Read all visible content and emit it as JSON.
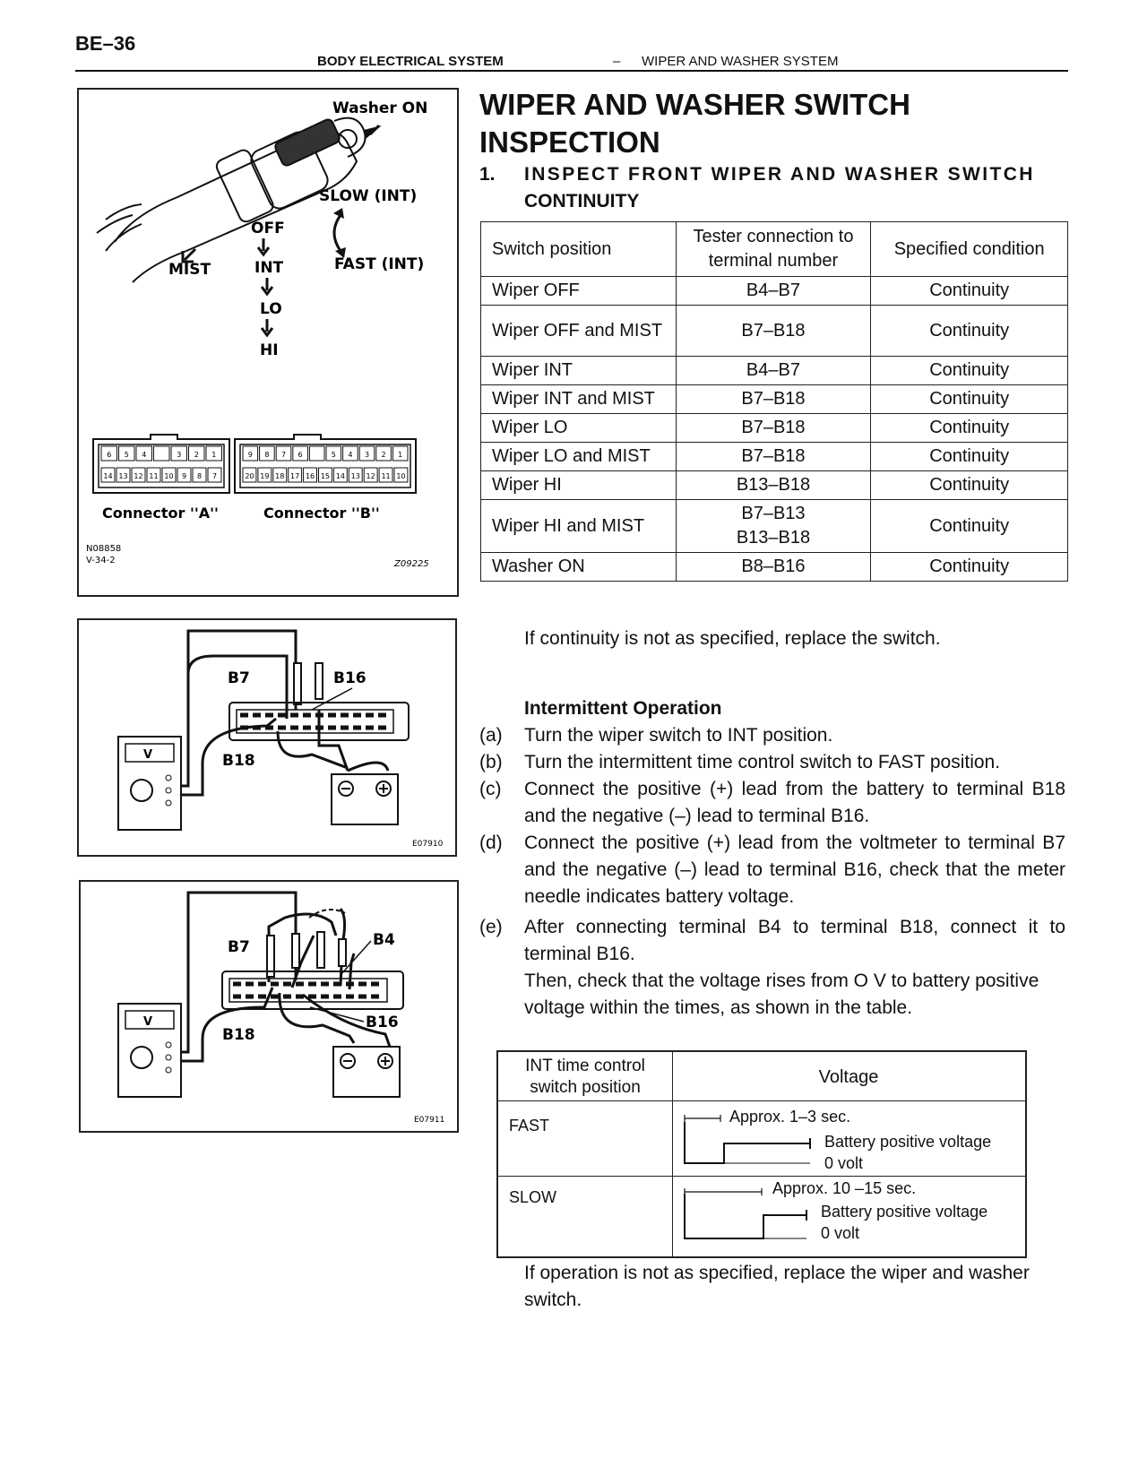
{
  "header": {
    "page_number": "BE–36",
    "section": "BODY ELECTRICAL SYSTEM",
    "separator": "–",
    "subsection": "WIPER AND WASHER SYSTEM"
  },
  "figures": {
    "switch": {
      "washer_on": "Washer ON",
      "slow_int": "SLOW (INT)",
      "fast_int": "FAST (INT)",
      "off": "OFF",
      "mist": "MIST",
      "int": "INT",
      "lo": "LO",
      "hi": "HI",
      "connector_a": "Connector ''A''",
      "connector_b": "Connector ''B''",
      "code1": "N08858",
      "code2": "V-34-2",
      "code3": "Z09225",
      "conn_a_top": [
        "6",
        "5",
        "4",
        "",
        "3",
        "2",
        "1"
      ],
      "conn_a_bottom": [
        "14",
        "13",
        "12",
        "11",
        "10",
        "9",
        "8",
        "7"
      ],
      "conn_b_top": [
        "9",
        "8",
        "7",
        "6",
        "",
        "5",
        "4",
        "3",
        "2",
        "1"
      ],
      "conn_b_bottom": [
        "20",
        "19",
        "18",
        "17",
        "16",
        "15",
        "14",
        "13",
        "12",
        "11",
        "10"
      ]
    },
    "test1": {
      "b7": "B7",
      "b16": "B16",
      "b18": "B18",
      "v": "V",
      "code": "E07910"
    },
    "test2": {
      "b7": "B7",
      "b4": "B4",
      "b16": "B16",
      "b18": "B18",
      "v": "V",
      "code": "E07911"
    }
  },
  "title_line1": "WIPER AND WASHER SWITCH",
  "title_line2": "INSPECTION",
  "step1": {
    "number": "1.",
    "text_line1": "INSPECT FRONT WIPER AND WASHER SWITCH",
    "text_line2": "CONTINUITY"
  },
  "continuity_table": {
    "headers": [
      "Switch position",
      "Tester connection to terminal number",
      "Specified condition"
    ],
    "rows": [
      [
        "Wiper OFF",
        "B4–B7",
        "Continuity"
      ],
      [
        "Wiper OFF and MIST",
        "B7–B18",
        "Continuity"
      ],
      [
        "Wiper INT",
        "B4–B7",
        "Continuity"
      ],
      [
        "Wiper INT and MIST",
        "B7–B18",
        "Continuity"
      ],
      [
        "Wiper LO",
        "B7–B18",
        "Continuity"
      ],
      [
        "Wiper LO and MIST",
        "B7–B18",
        "Continuity"
      ],
      [
        "Wiper HI",
        "B13–B18",
        "Continuity"
      ],
      [
        "Wiper HI and MIST",
        "B7–B13\nB13–B18",
        "Continuity"
      ],
      [
        "Washer ON",
        "B8–B16",
        "Continuity"
      ]
    ]
  },
  "note1": "If continuity is not as specified, replace the switch.",
  "int_heading": "Intermittent Operation",
  "steps": [
    {
      "label": "(a)",
      "text": "Turn the wiper switch to INT position."
    },
    {
      "label": "(b)",
      "text": "Turn the intermittent time control switch to FAST position."
    },
    {
      "label": "(c)",
      "text": "Connect the positive (+) lead from the battery to terminal B18 and the negative (–) lead to terminal B16."
    },
    {
      "label": "(d)",
      "text": "Connect the positive (+) lead from the voltmeter to terminal B7 and the negative (–) lead to terminal B16, check that the meter needle indicates battery voltage."
    },
    {
      "label": "(e)",
      "text": "After connecting terminal B4 to terminal B18, connect it to terminal B16.",
      "text2": "Then, check that the voltage rises from O V to battery positive voltage within the times, as shown in the table."
    }
  ],
  "int_table": {
    "header_left_1": "INT time control",
    "header_left_2": "switch position",
    "header_right": "Voltage",
    "rows": [
      {
        "position": "FAST",
        "time": "Approx. 1–3 sec.",
        "high": "Battery positive voltage",
        "low": "0 volt"
      },
      {
        "position": "SLOW",
        "time": "Approx. 10 –15 sec.",
        "high": "Battery positive voltage",
        "low": "0 volt"
      }
    ]
  },
  "note2": "If operation is not as specified, replace the wiper and washer switch."
}
